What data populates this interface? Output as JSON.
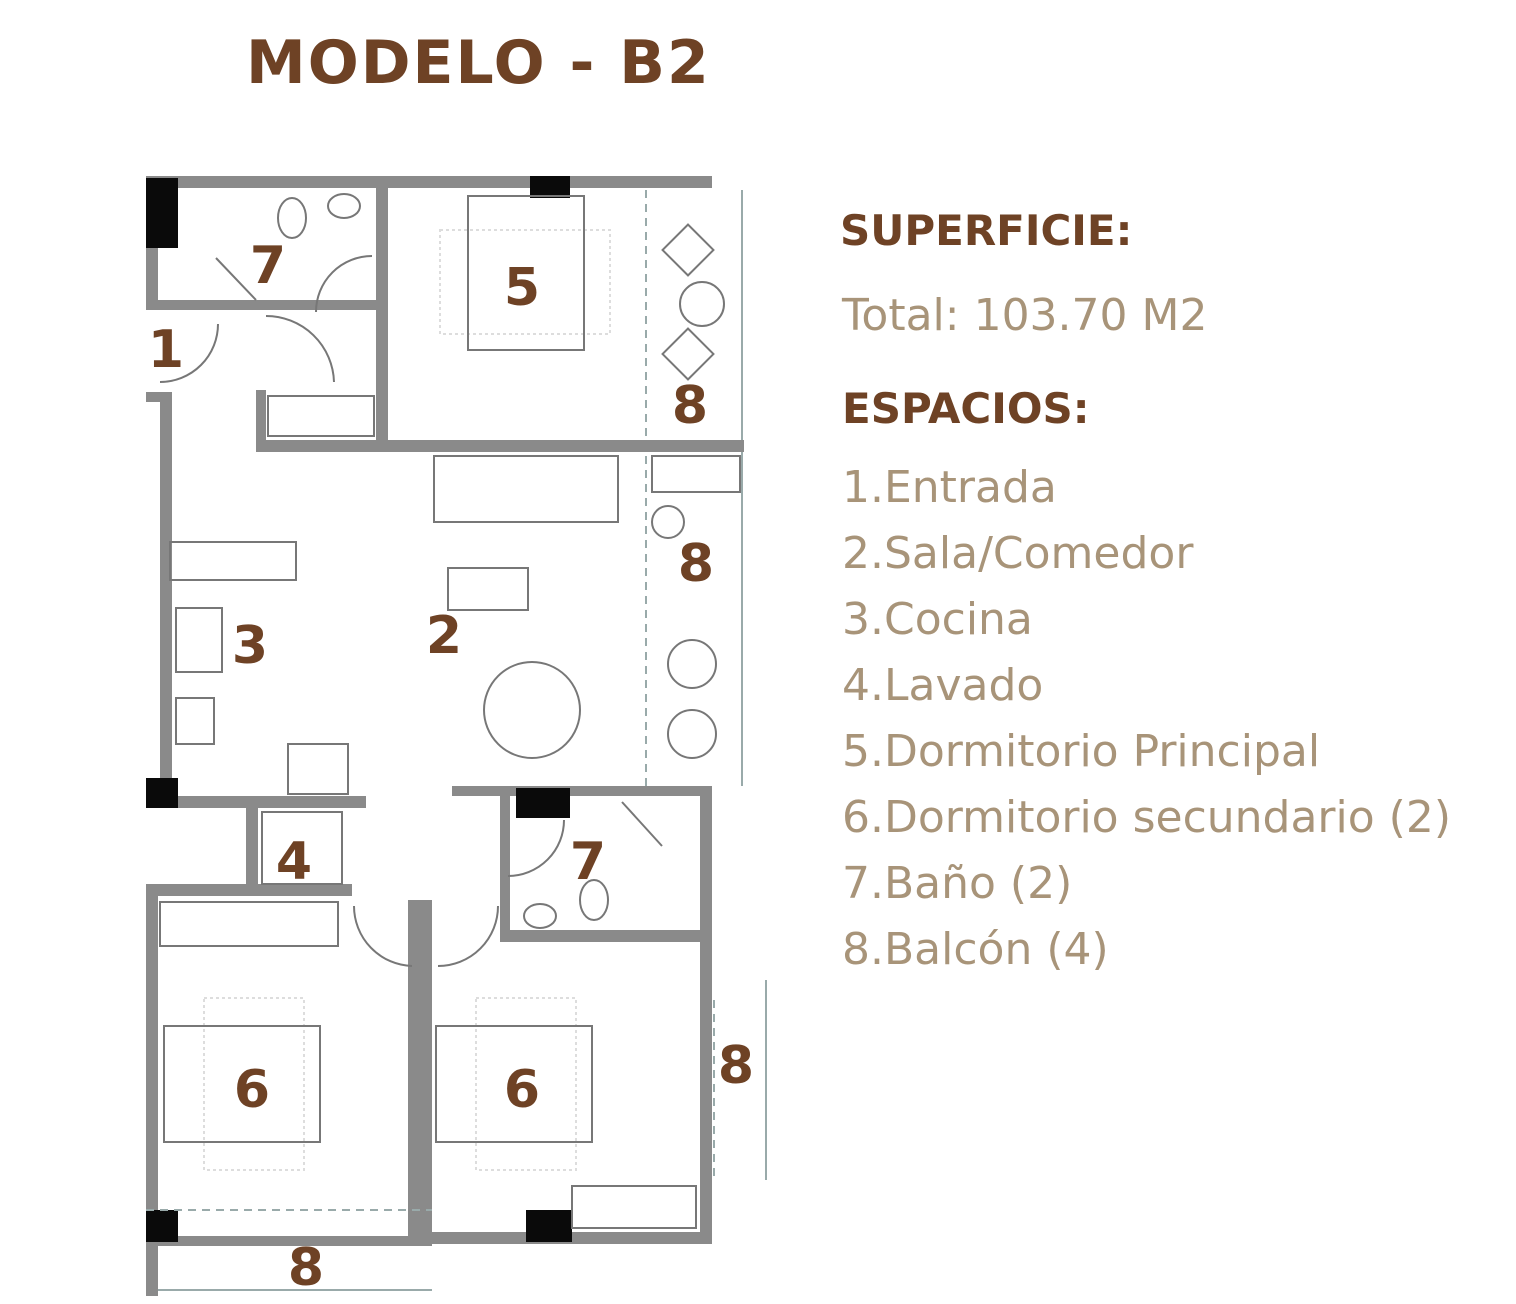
{
  "title": "MODELO - B2",
  "superficie_heading": "SUPERFICIE:",
  "total": "Total: 103.70 M2",
  "espacios_heading": "ESPACIOS:",
  "espacios": [
    {
      "num": "1.",
      "label": "Entrada"
    },
    {
      "num": "2.",
      "label": "Sala/Comedor"
    },
    {
      "num": "3.",
      "label": "Cocina"
    },
    {
      "num": "4.",
      "label": "Lavado"
    },
    {
      "num": "5.",
      "label": "Dormitorio Principal"
    },
    {
      "num": "6.",
      "label": "Dormitorio secundario (2)"
    },
    {
      "num": "7.",
      "label": "Baño (2)"
    },
    {
      "num": "8.",
      "label": "Balcón (4)"
    }
  ],
  "plan_labels": [
    "7",
    "1",
    "5",
    "8",
    "8",
    "3",
    "2",
    "4",
    "7",
    "6",
    "6",
    "8",
    "8"
  ],
  "colors": {
    "brown": "#6e4225",
    "tan": "#a89479",
    "wall": "#8c8c8c"
  }
}
